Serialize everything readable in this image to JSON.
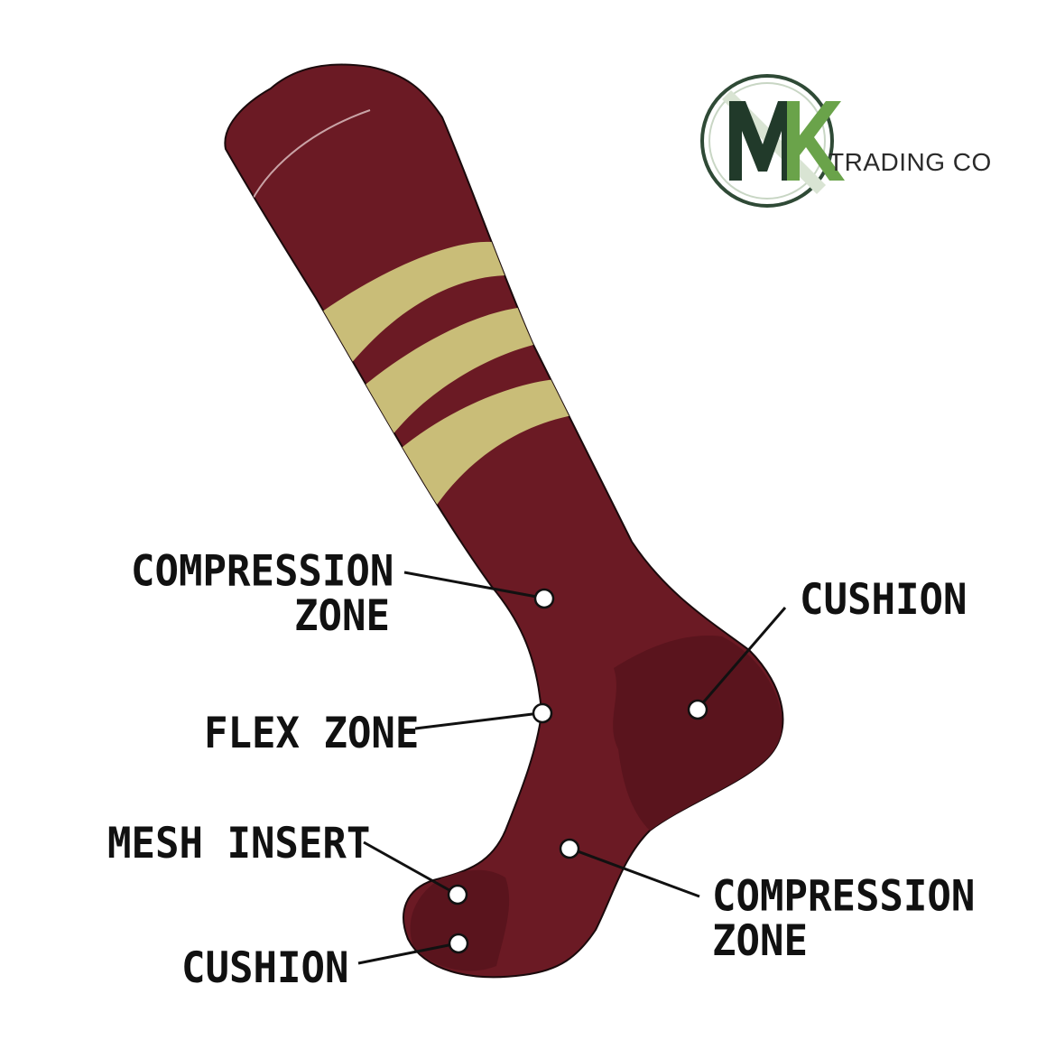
{
  "brand": {
    "logo_letters": "MK",
    "name": "TRADING CO",
    "colors": {
      "dark_green": "#213a2a",
      "light_green": "#6aa34a",
      "ring": "#2f4a36"
    }
  },
  "sock": {
    "body_color": "#6b1a24",
    "shade_color": "#5a141d",
    "stripe_color": "#c9bd78"
  },
  "labels": {
    "compression_upper": [
      "COMPRESSION",
      "ZONE"
    ],
    "cushion_heel": [
      "CUSHION"
    ],
    "flex_zone": [
      "FLEX ZONE"
    ],
    "mesh_insert": [
      "MESH INSERT"
    ],
    "cushion_toe": [
      "CUSHION"
    ],
    "compression_lower": [
      "COMPRESSION",
      "ZONE"
    ]
  }
}
